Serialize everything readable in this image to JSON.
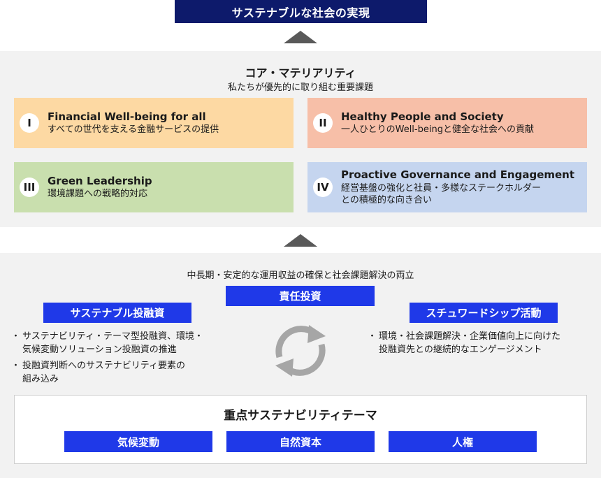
{
  "goal": "サステナブルな社会の実現",
  "core": {
    "title": "コア・マテリアリティ",
    "subtitle": "私たちが優先的に取り組む重要課題",
    "items": [
      {
        "num": "I",
        "title": "Financial Well-being for all",
        "desc": "すべての世代を支える金融サービスの提供",
        "color": "#fdd9a3"
      },
      {
        "num": "II",
        "title": "Healthy People and Society",
        "desc": "一人ひとりのWell-beingと健全な社会への貢献",
        "color": "#f7bfa8"
      },
      {
        "num": "III",
        "title": "Green Leadership",
        "desc": "環境課題への戦略的対応",
        "color": "#c9dfae"
      },
      {
        "num": "IV",
        "title": "Proactive Governance and Engagement",
        "desc1": "経営基盤の強化と社員・多様なステークホルダー",
        "desc2": "との積極的な向き合い",
        "color": "#c5d5ef"
      }
    ]
  },
  "investment": {
    "summary": "中長期・安定的な運用収益の確保と社会課題解決の両立",
    "center_label": "責任投資",
    "left_label": "サステナブル投融資",
    "left_bullets": [
      {
        "line1": "サステナビリティ・テーマ型投融資、環境・",
        "line2": "気候変動ソリューション投融資の推進"
      },
      {
        "line1": "投融資判断へのサステナビリティ要素の",
        "line2": "組み込み"
      }
    ],
    "right_label": "スチュワードシップ活動",
    "right_bullets": [
      {
        "line1": "環境・社会課題解決・企業価値向上に向けた",
        "line2": "投融資先との継続的なエンゲージメント"
      }
    ]
  },
  "themes": {
    "title": "重点サステナビリティテーマ",
    "items": [
      "気候変動",
      "自然資本",
      "人権"
    ]
  },
  "colors": {
    "goal_bg": "#0d1a6b",
    "tag_blue": "#1f39e8",
    "band_gray": "#f2f2f2",
    "arrow_gray": "#595959",
    "cycle_gray": "#a6a6a6"
  },
  "icons": [
    "arrow-up-icon",
    "cycle-arrows-icon"
  ]
}
